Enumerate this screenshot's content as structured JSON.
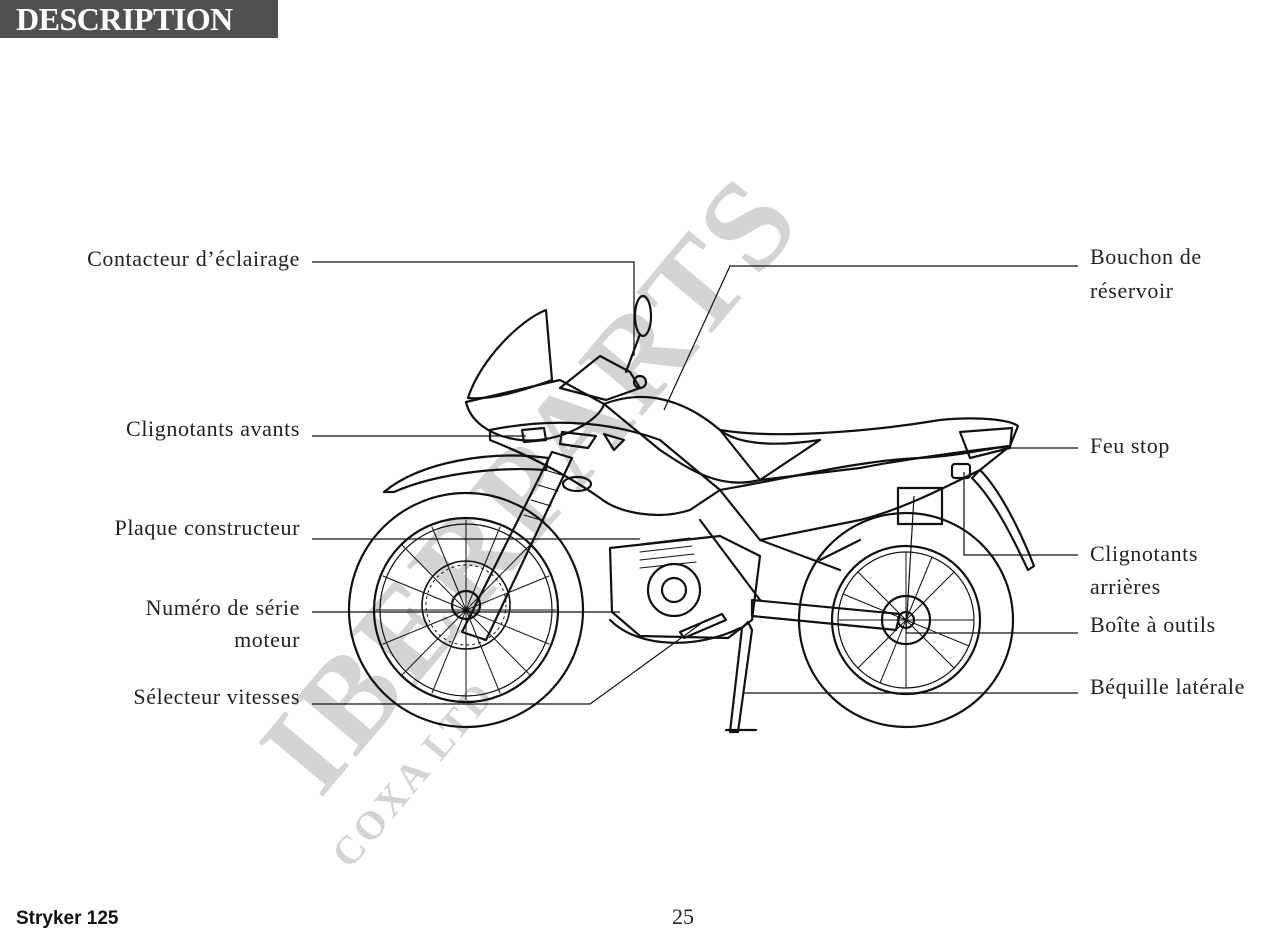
{
  "header": {
    "title": "DESCRIPTION"
  },
  "labels_left": [
    {
      "id": "contacteur",
      "text": "Contacteur  d’éclairage"
    },
    {
      "id": "clignotants-avants",
      "text": "Clignotants  avants"
    },
    {
      "id": "plaque",
      "text": "Plaque  constructeur"
    },
    {
      "id": "numero-1",
      "text": "Numéro  de  série"
    },
    {
      "id": "numero-2",
      "text": "moteur"
    },
    {
      "id": "selecteur",
      "text": "Sélecteur  vitesses"
    }
  ],
  "labels_right": [
    {
      "id": "bouchon-1",
      "text": "Bouchon de"
    },
    {
      "id": "bouchon-2",
      "text": "réservoir"
    },
    {
      "id": "feu",
      "text": "Feu  stop"
    },
    {
      "id": "clign-arr-1",
      "text": "Clignotants"
    },
    {
      "id": "clign-arr-2",
      "text": "arrières"
    },
    {
      "id": "boite",
      "text": "Boîte à outils"
    },
    {
      "id": "bequille",
      "text": "Béquille latérale"
    }
  ],
  "watermark": {
    "main": "IBERPARTS",
    "sub": "COXA LTD"
  },
  "footer": {
    "model": "Stryker 125",
    "page": "25"
  }
}
